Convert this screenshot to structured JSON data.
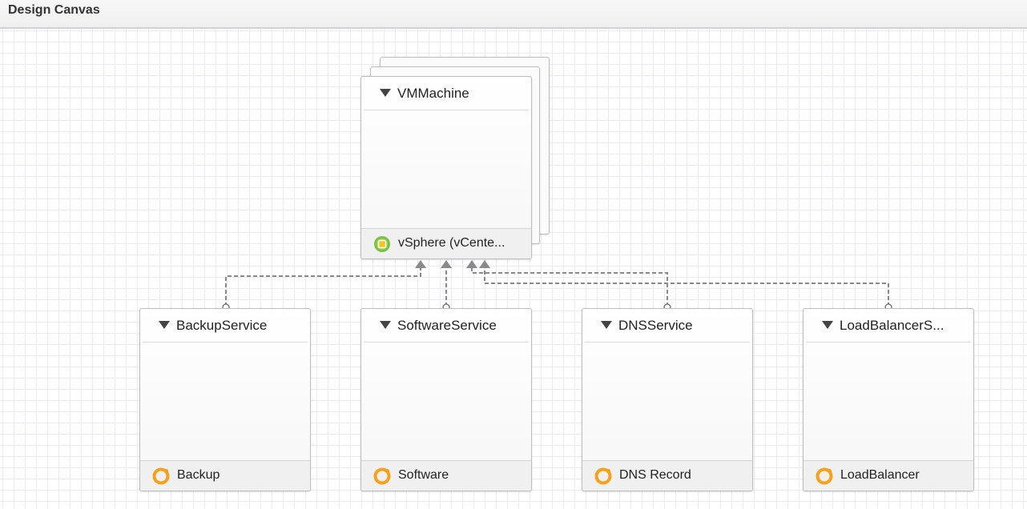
{
  "header": {
    "title": "Design Canvas"
  },
  "machine": {
    "title": "VMMachine",
    "footer_label": "vSphere (vCente...",
    "footer_icon": "vsphere-icon",
    "icon_color": "#7cc242"
  },
  "services": [
    {
      "title": "BackupService",
      "footer_label": "Backup",
      "footer_icon": "orange-ring-icon"
    },
    {
      "title": "SoftwareService",
      "footer_label": "Software",
      "footer_icon": "orange-ring-icon"
    },
    {
      "title": "DNSService",
      "footer_label": "DNS Record",
      "footer_icon": "orange-ring-icon"
    },
    {
      "title": "LoadBalancerS...",
      "footer_label": "LoadBalancer",
      "footer_icon": "orange-ring-icon"
    }
  ],
  "colors": {
    "connector": "#8a8a8a",
    "service_icon": "#f7a11a",
    "grid": "#e9ebf1"
  }
}
